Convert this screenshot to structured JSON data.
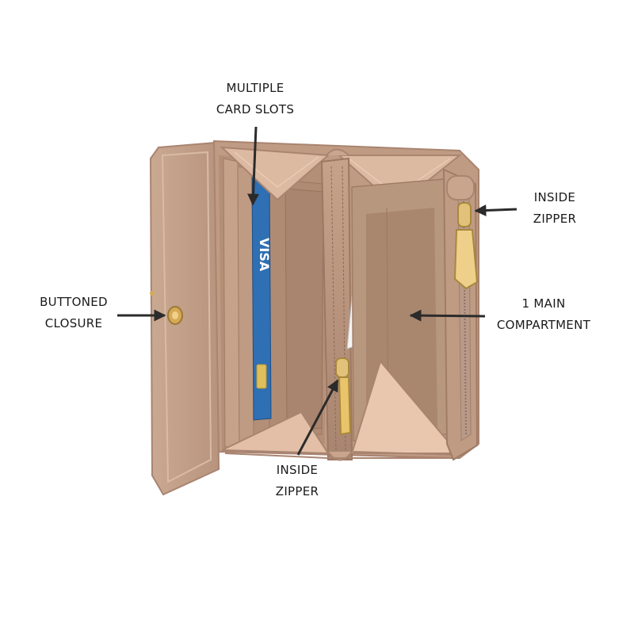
{
  "labels": {
    "card_slots": {
      "line1": "MULTIPLE",
      "line2": "CARD SLOTS"
    },
    "closure": {
      "line1": "BUTTONED",
      "line2": "CLOSURE"
    },
    "inside_zipper_right": {
      "line1": "INSIDE",
      "line2": "ZIPPER"
    },
    "main_compartment": {
      "line1": "1 MAIN",
      "line2": "COMPARTMENT"
    },
    "inside_zipper_bottom": {
      "line1": "INSIDE",
      "line2": "ZIPPER"
    }
  },
  "card": {
    "brand_text": "VISA"
  },
  "colors": {
    "leather": "#c9a58e",
    "leather_dark": "#a98470",
    "lining": "#e2bfa6",
    "interior": "#b8977f",
    "card_blue": "#2f6fb3",
    "gold": "#d6a955",
    "arrow": "#2b2b2b"
  },
  "icons": [
    "arrow-icon",
    "button-snap-icon",
    "zipper-pull-icon"
  ]
}
